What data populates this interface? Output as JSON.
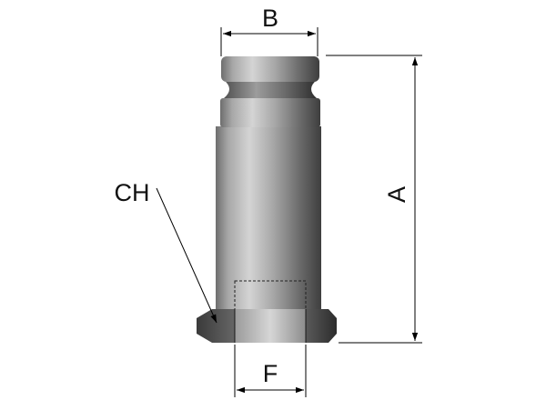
{
  "diagram": {
    "labels": {
      "b": "B",
      "a": "A",
      "ch": "CH",
      "f": "F"
    },
    "colors": {
      "line": "#000000",
      "body_dark": "#4a4a4a",
      "body_mid": "#9a9a9a",
      "body_light": "#d8d8d8",
      "background": "#ffffff"
    }
  }
}
